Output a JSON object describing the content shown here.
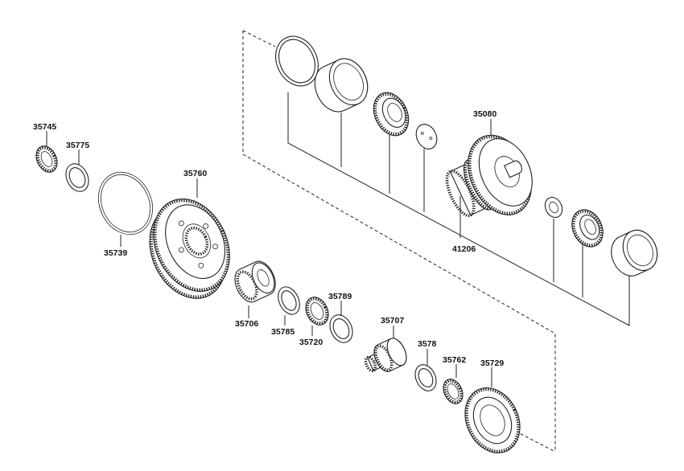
{
  "parts": {
    "p35745": "35745",
    "p35775": "35775",
    "p35760": "35760",
    "p35739": "35739",
    "p35080": "35080",
    "p41206": "41206",
    "p35706": "35706",
    "p35785": "35785",
    "p35720": "35720",
    "p35789": "35789",
    "p35707": "35707",
    "p3578": "3578",
    "p35762": "35762",
    "p35729": "35729"
  }
}
